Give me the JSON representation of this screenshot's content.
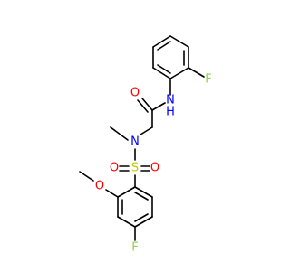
{
  "colors": {
    "carbon_bond": "#000000",
    "oxygen": "#ff0000",
    "nitrogen": "#0000ff",
    "fluorine": "#90d050",
    "sulfur": "#c8c800",
    "background": "#ffffff"
  },
  "atoms": {
    "f_top": "F",
    "nh": "N",
    "h_of_nh": "H",
    "o_carbonyl": "O",
    "n_sulfonamide": "N",
    "s_sulfonyl": "S",
    "o_sulfonyl_left": "O",
    "o_sulfonyl_right": "O",
    "o_methoxy": "O",
    "f_bottom": "F"
  }
}
